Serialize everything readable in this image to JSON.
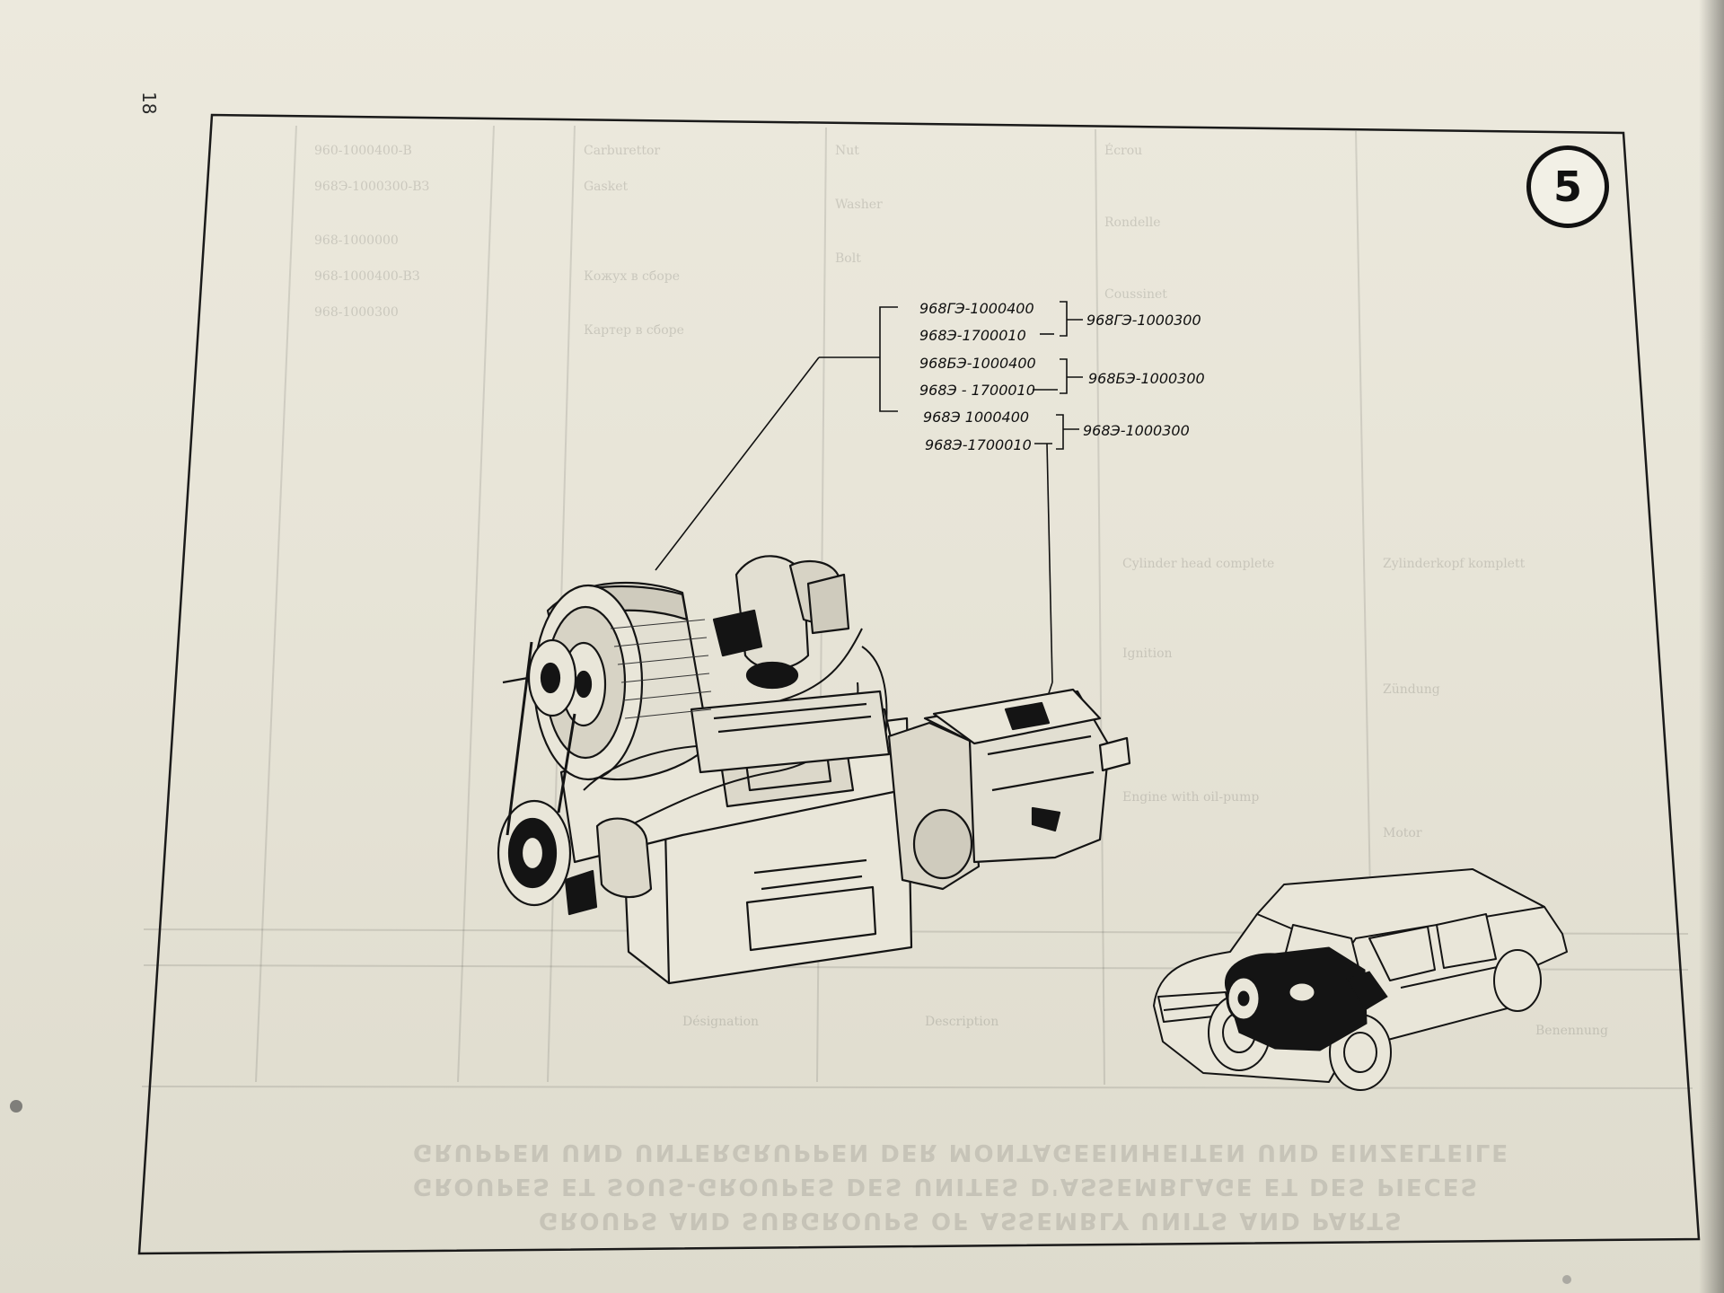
{
  "page": {
    "number": "18",
    "section_badge": "5"
  },
  "callouts": {
    "group_a": {
      "part_1": "968ГЭ-1000400",
      "part_2": "968Э-1700010",
      "assembly": "968ГЭ-1000300"
    },
    "group_b": {
      "part_1": "968БЭ-1000400",
      "part_2": "968Э - 1700010",
      "assembly": "968БЭ-1000300"
    },
    "group_c": {
      "part_1": "968Э  1000400",
      "part_2": "968Э-1700010",
      "assembly": "968Э-1000300"
    }
  },
  "colors": {
    "paper": "#e9e6d9",
    "ink": "#111111",
    "background": "#3a3b3d"
  },
  "illustrations": {
    "main": "engine-gearbox-assembly-icon",
    "inset": "sedan-car-cutaway-icon"
  }
}
